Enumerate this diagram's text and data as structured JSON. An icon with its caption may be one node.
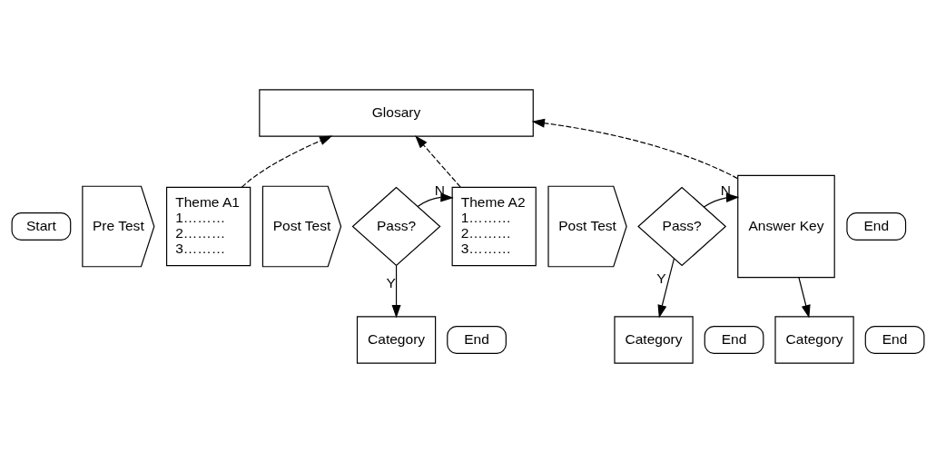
{
  "diagram": {
    "nodes": [
      {
        "text": [
          "Start"
        ]
      },
      {
        "text": [
          "Pre Test"
        ]
      },
      {
        "text": [
          "Theme A1",
          "1………",
          "2………",
          "3………"
        ]
      },
      {
        "text": [
          "Post Test"
        ]
      },
      {
        "text": [
          "Pass?"
        ]
      },
      {
        "text": [
          "Theme A2",
          "1………",
          "2………",
          "3………"
        ]
      },
      {
        "text": [
          "Post Test"
        ]
      },
      {
        "text": [
          "Pass?"
        ]
      },
      {
        "text": [
          "Answer Key"
        ]
      },
      {
        "text": [
          "End"
        ]
      },
      {
        "text": [
          "Glosary"
        ]
      },
      {
        "text": [
          "Category"
        ]
      },
      {
        "text": [
          "End"
        ]
      },
      {
        "text": [
          "Category"
        ]
      },
      {
        "text": [
          "End"
        ]
      },
      {
        "text": [
          "Category"
        ]
      },
      {
        "text": [
          "End"
        ]
      }
    ],
    "edges": [
      {
        "from": 4,
        "to": 5,
        "arrow": "to",
        "label": "N"
      },
      {
        "from": 4,
        "to": 11,
        "arrow": "to",
        "label": "Y"
      },
      {
        "from": 7,
        "to": 8,
        "arrow": "to",
        "label": "N"
      },
      {
        "from": 7,
        "to": 13,
        "arrow": "to",
        "label": "Y"
      },
      {
        "from": 8,
        "to": 15,
        "arrow": "to"
      },
      {
        "from": 2,
        "to": 10,
        "arrow": "to",
        "style": "dashed"
      },
      {
        "from": 5,
        "to": 10,
        "arrow": "to",
        "style": "dashed"
      },
      {
        "from": 8,
        "to": 10,
        "arrow": "to",
        "style": "dashed"
      }
    ]
  }
}
